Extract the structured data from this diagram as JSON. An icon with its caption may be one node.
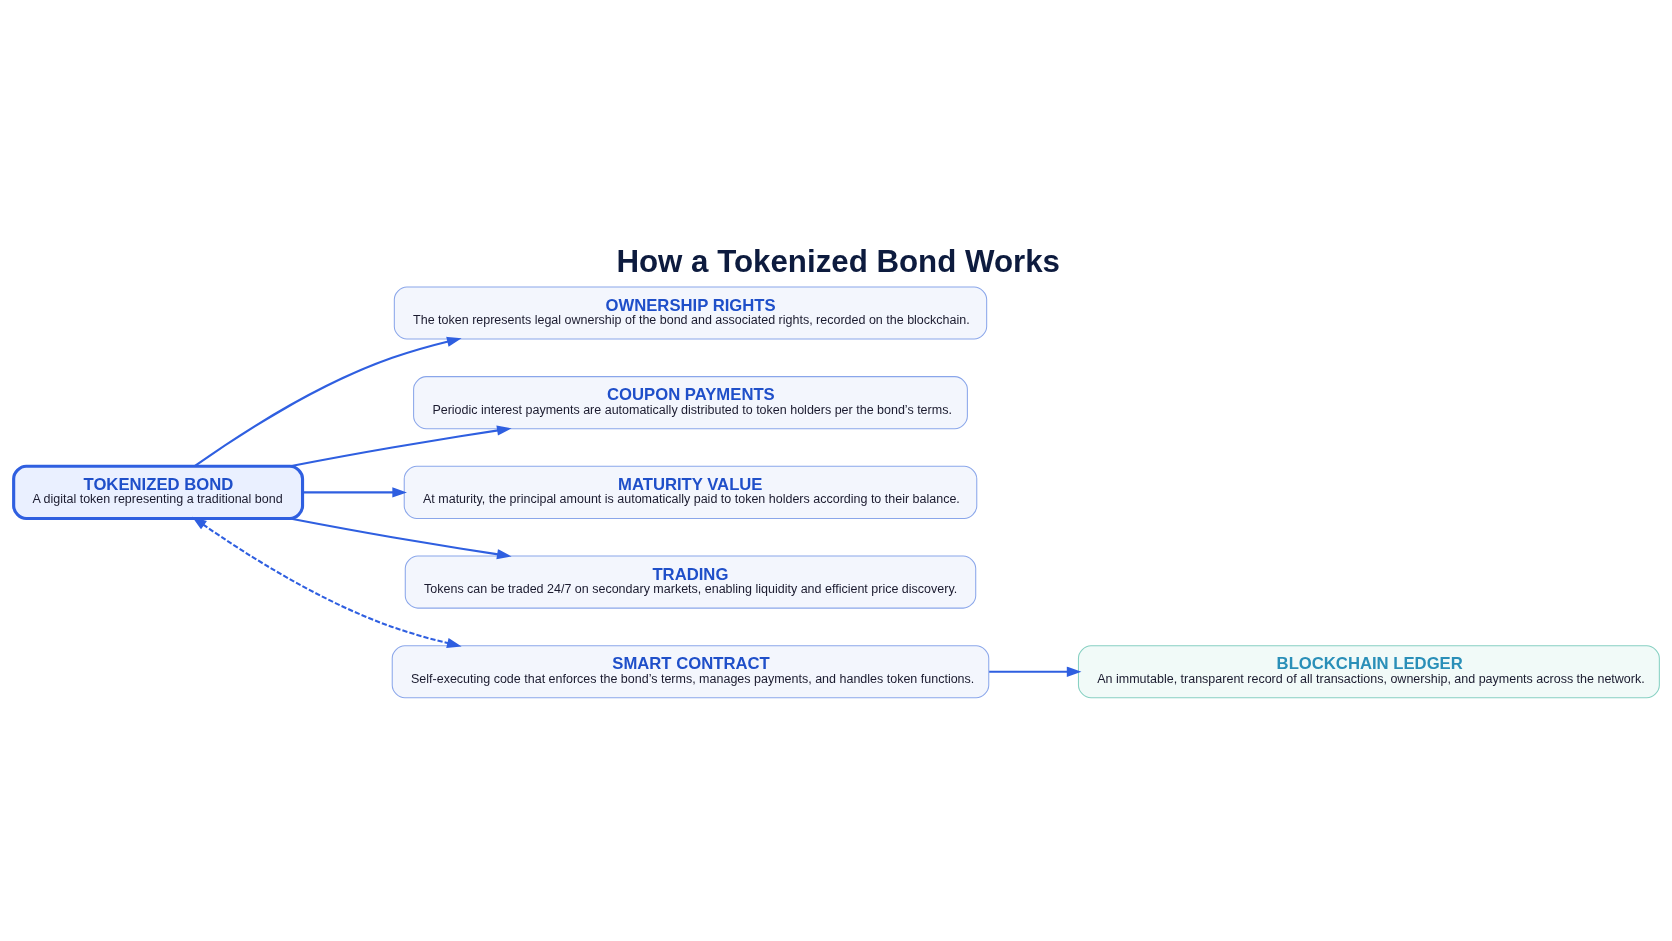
{
  "diagram": {
    "title": "How a Tokenized Bond Works",
    "nodes": [
      {
        "text": [
          "TOKENIZED BOND",
          "A digital token representing a traditional bond"
        ]
      },
      {
        "text": [
          "OWNERSHIP RIGHTS",
          "The token represents legal ownership of the bond and associated rights, recorded on the blockchain."
        ]
      },
      {
        "text": [
          "COUPON PAYMENTS",
          "Periodic interest payments are automatically distributed to token holders per the bond’s terms."
        ]
      },
      {
        "text": [
          "MATURITY VALUE",
          "At maturity, the principal amount is automatically paid to token holders according to their balance."
        ]
      },
      {
        "text": [
          "TRADING",
          "Tokens can be traded 24/7 on secondary markets, enabling liquidity and efficient price discovery."
        ]
      },
      {
        "text": [
          "SMART CONTRACT",
          "Self-executing code that enforces the bond’s terms, manages payments, and handles token functions."
        ]
      },
      {
        "text": [
          "BLOCKCHAIN LEDGER",
          "An immutable, transparent record of all transactions, ownership, and payments across the network."
        ]
      }
    ],
    "edges": [
      {
        "from": 0,
        "to": 1,
        "arrow": "to"
      },
      {
        "from": 0,
        "to": 3,
        "arrow": "to"
      },
      {
        "from": 0,
        "to": 2,
        "arrow": "to"
      },
      {
        "from": 0,
        "to": 4,
        "arrow": "to"
      },
      {
        "from": 0,
        "to": 5,
        "arrow": "both",
        "style": "dashed"
      },
      {
        "from": 5,
        "to": 6,
        "arrow": "to"
      }
    ]
  }
}
